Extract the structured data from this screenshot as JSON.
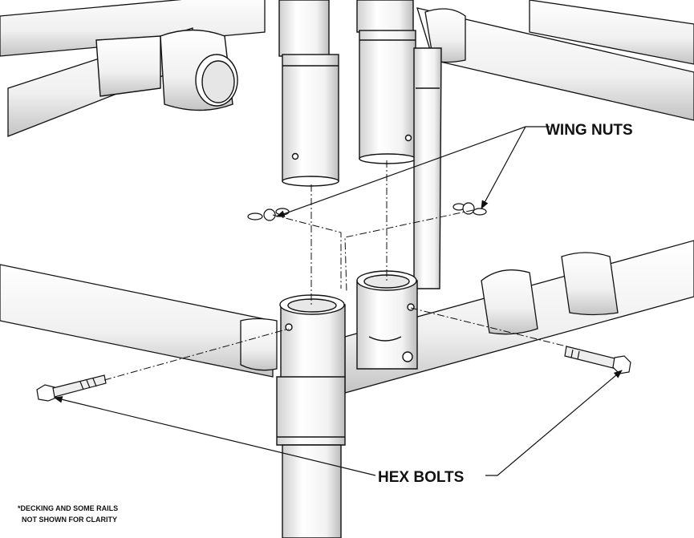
{
  "labels": {
    "wing_nuts": "WING NUTS",
    "hex_bolts": "HEX BOLTS"
  },
  "note": {
    "line1": "*DECKING AND SOME RAILS",
    "line2": "NOT SHOWN FOR CLARITY"
  },
  "colors": {
    "pipe_fill": "#ffffff",
    "pipe_shade": "#d9d9d9",
    "line": "#111111"
  }
}
